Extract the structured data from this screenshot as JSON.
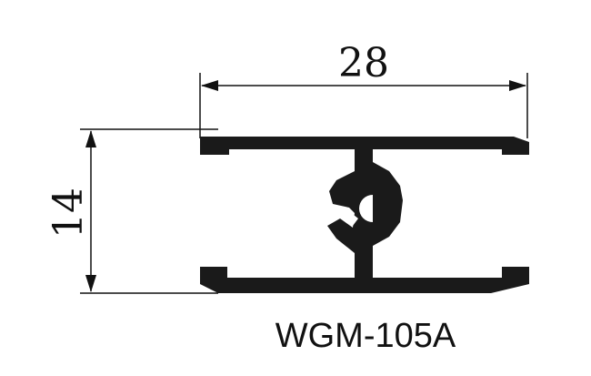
{
  "drawing": {
    "width_dimension": "28",
    "height_dimension": "14",
    "model_code": "WGM-105A"
  },
  "colors": {
    "profile": "#1a1a1a",
    "line": "#111111",
    "background": "#ffffff"
  }
}
